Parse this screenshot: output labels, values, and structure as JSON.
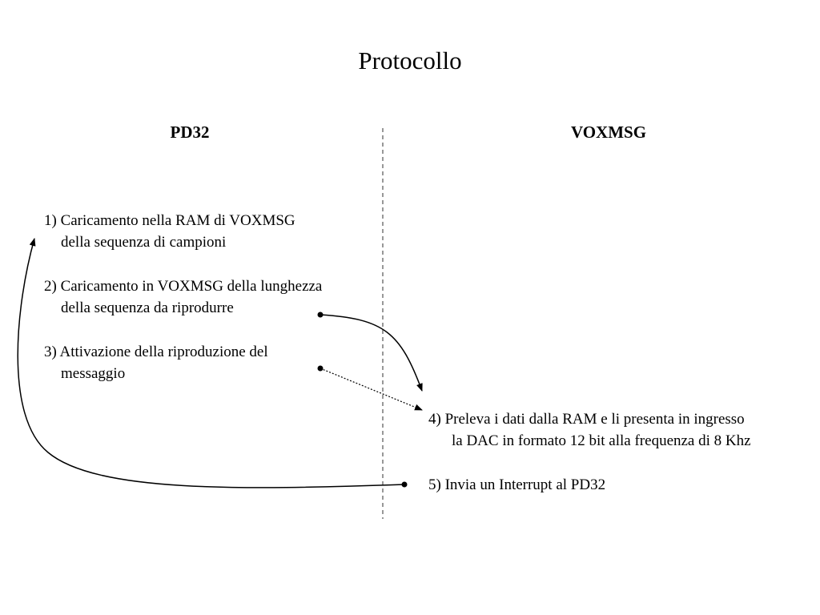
{
  "title": "Protocollo",
  "columns": {
    "left": "PD32",
    "right": "VOXMSG"
  },
  "steps": [
    {
      "line1": "1) Caricamento nella RAM di VOXMSG",
      "line2": "della sequenza di campioni"
    },
    {
      "line1": "2) Caricamento in VOXMSG della lunghezza",
      "line2": "della sequenza da riprodurre"
    },
    {
      "line1": "3) Attivazione della riproduzione del",
      "line2": "messaggio"
    },
    {
      "line1": "4) Preleva i dati dalla RAM e li presenta in ingresso",
      "line2": "la DAC in formato 12 bit alla frequenza di 8 Khz"
    },
    {
      "line1": "5) Invia un Interrupt al PD32",
      "line2": ""
    }
  ],
  "colors": {
    "text": "#000000",
    "background": "#ffffff",
    "divider": "#555555"
  }
}
